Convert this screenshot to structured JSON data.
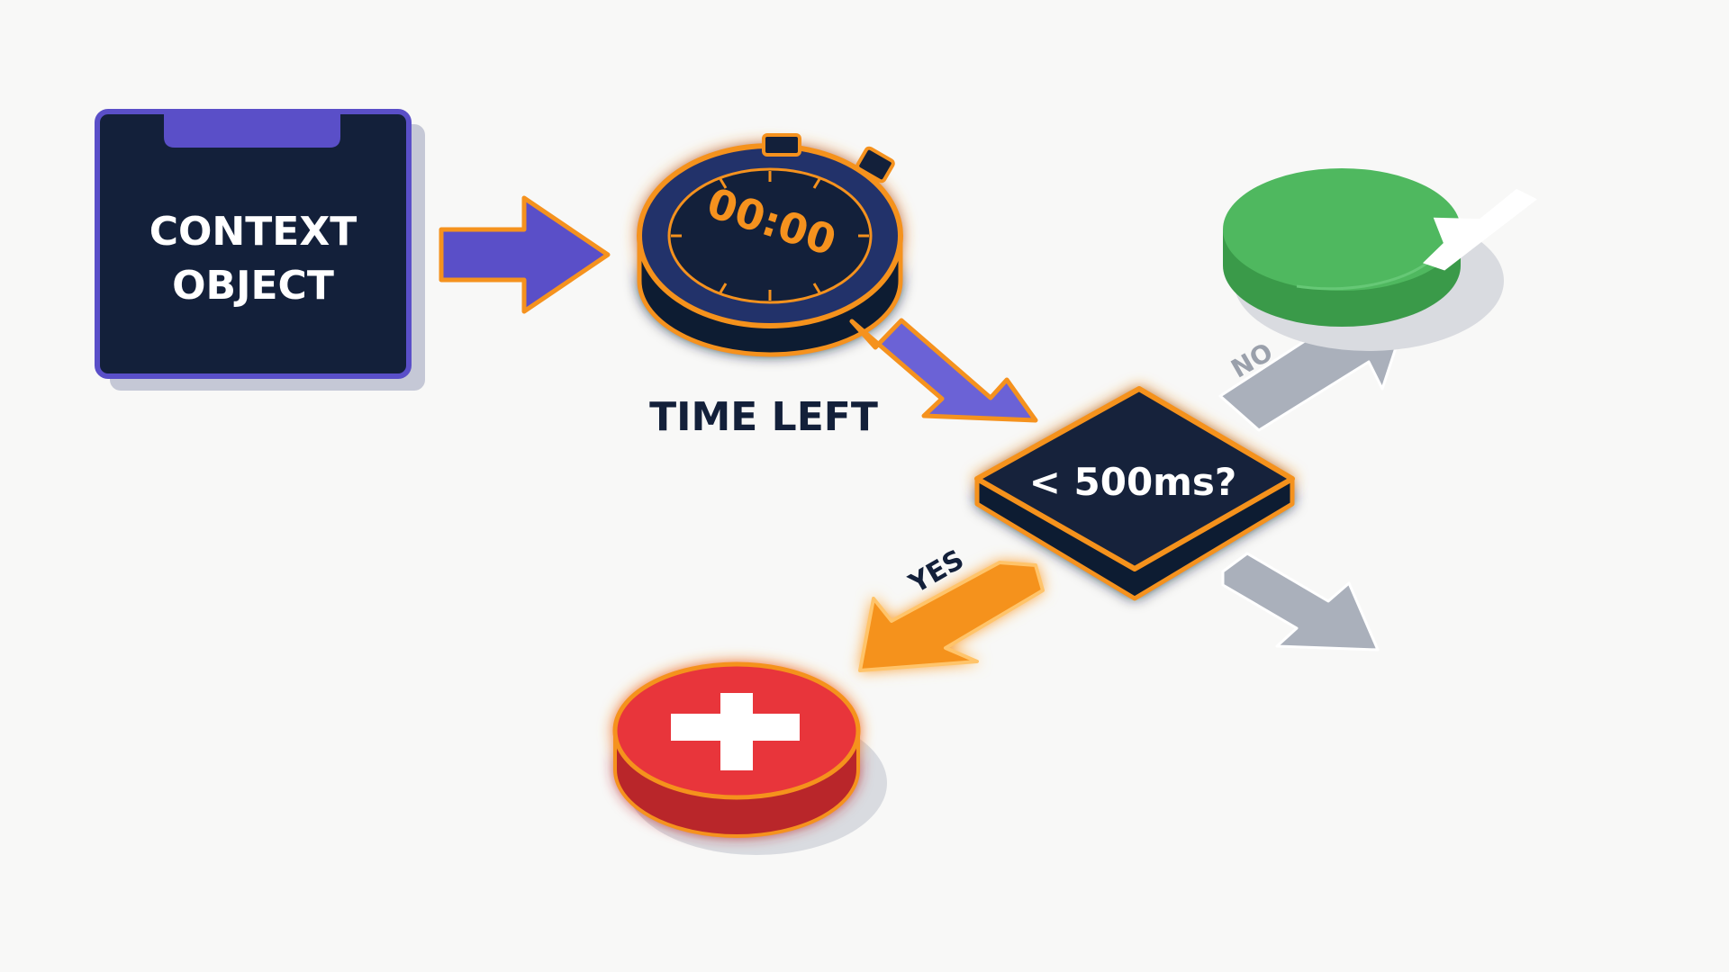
{
  "context_box": {
    "line1": "CONTEXT",
    "line2": "OBJECT"
  },
  "timer": {
    "display": "00:00",
    "caption": "TIME LEFT"
  },
  "decision": {
    "label": "< 500ms?"
  },
  "branches": {
    "yes": "YES",
    "no": "NO"
  },
  "outcomes": {
    "success": "checkmark-icon",
    "failure": "plus-icon"
  },
  "colors": {
    "navy": "#13203a",
    "purple": "#5a4fc8",
    "purple_light": "#6b62d6",
    "orange": "#f5921e",
    "orange_glow": "#ffc46a",
    "green": "#4fb85f",
    "green_dark": "#3a9a49",
    "red": "#e8353a",
    "red_dark": "#b9272b",
    "gray_arrow": "#aab0bb"
  }
}
